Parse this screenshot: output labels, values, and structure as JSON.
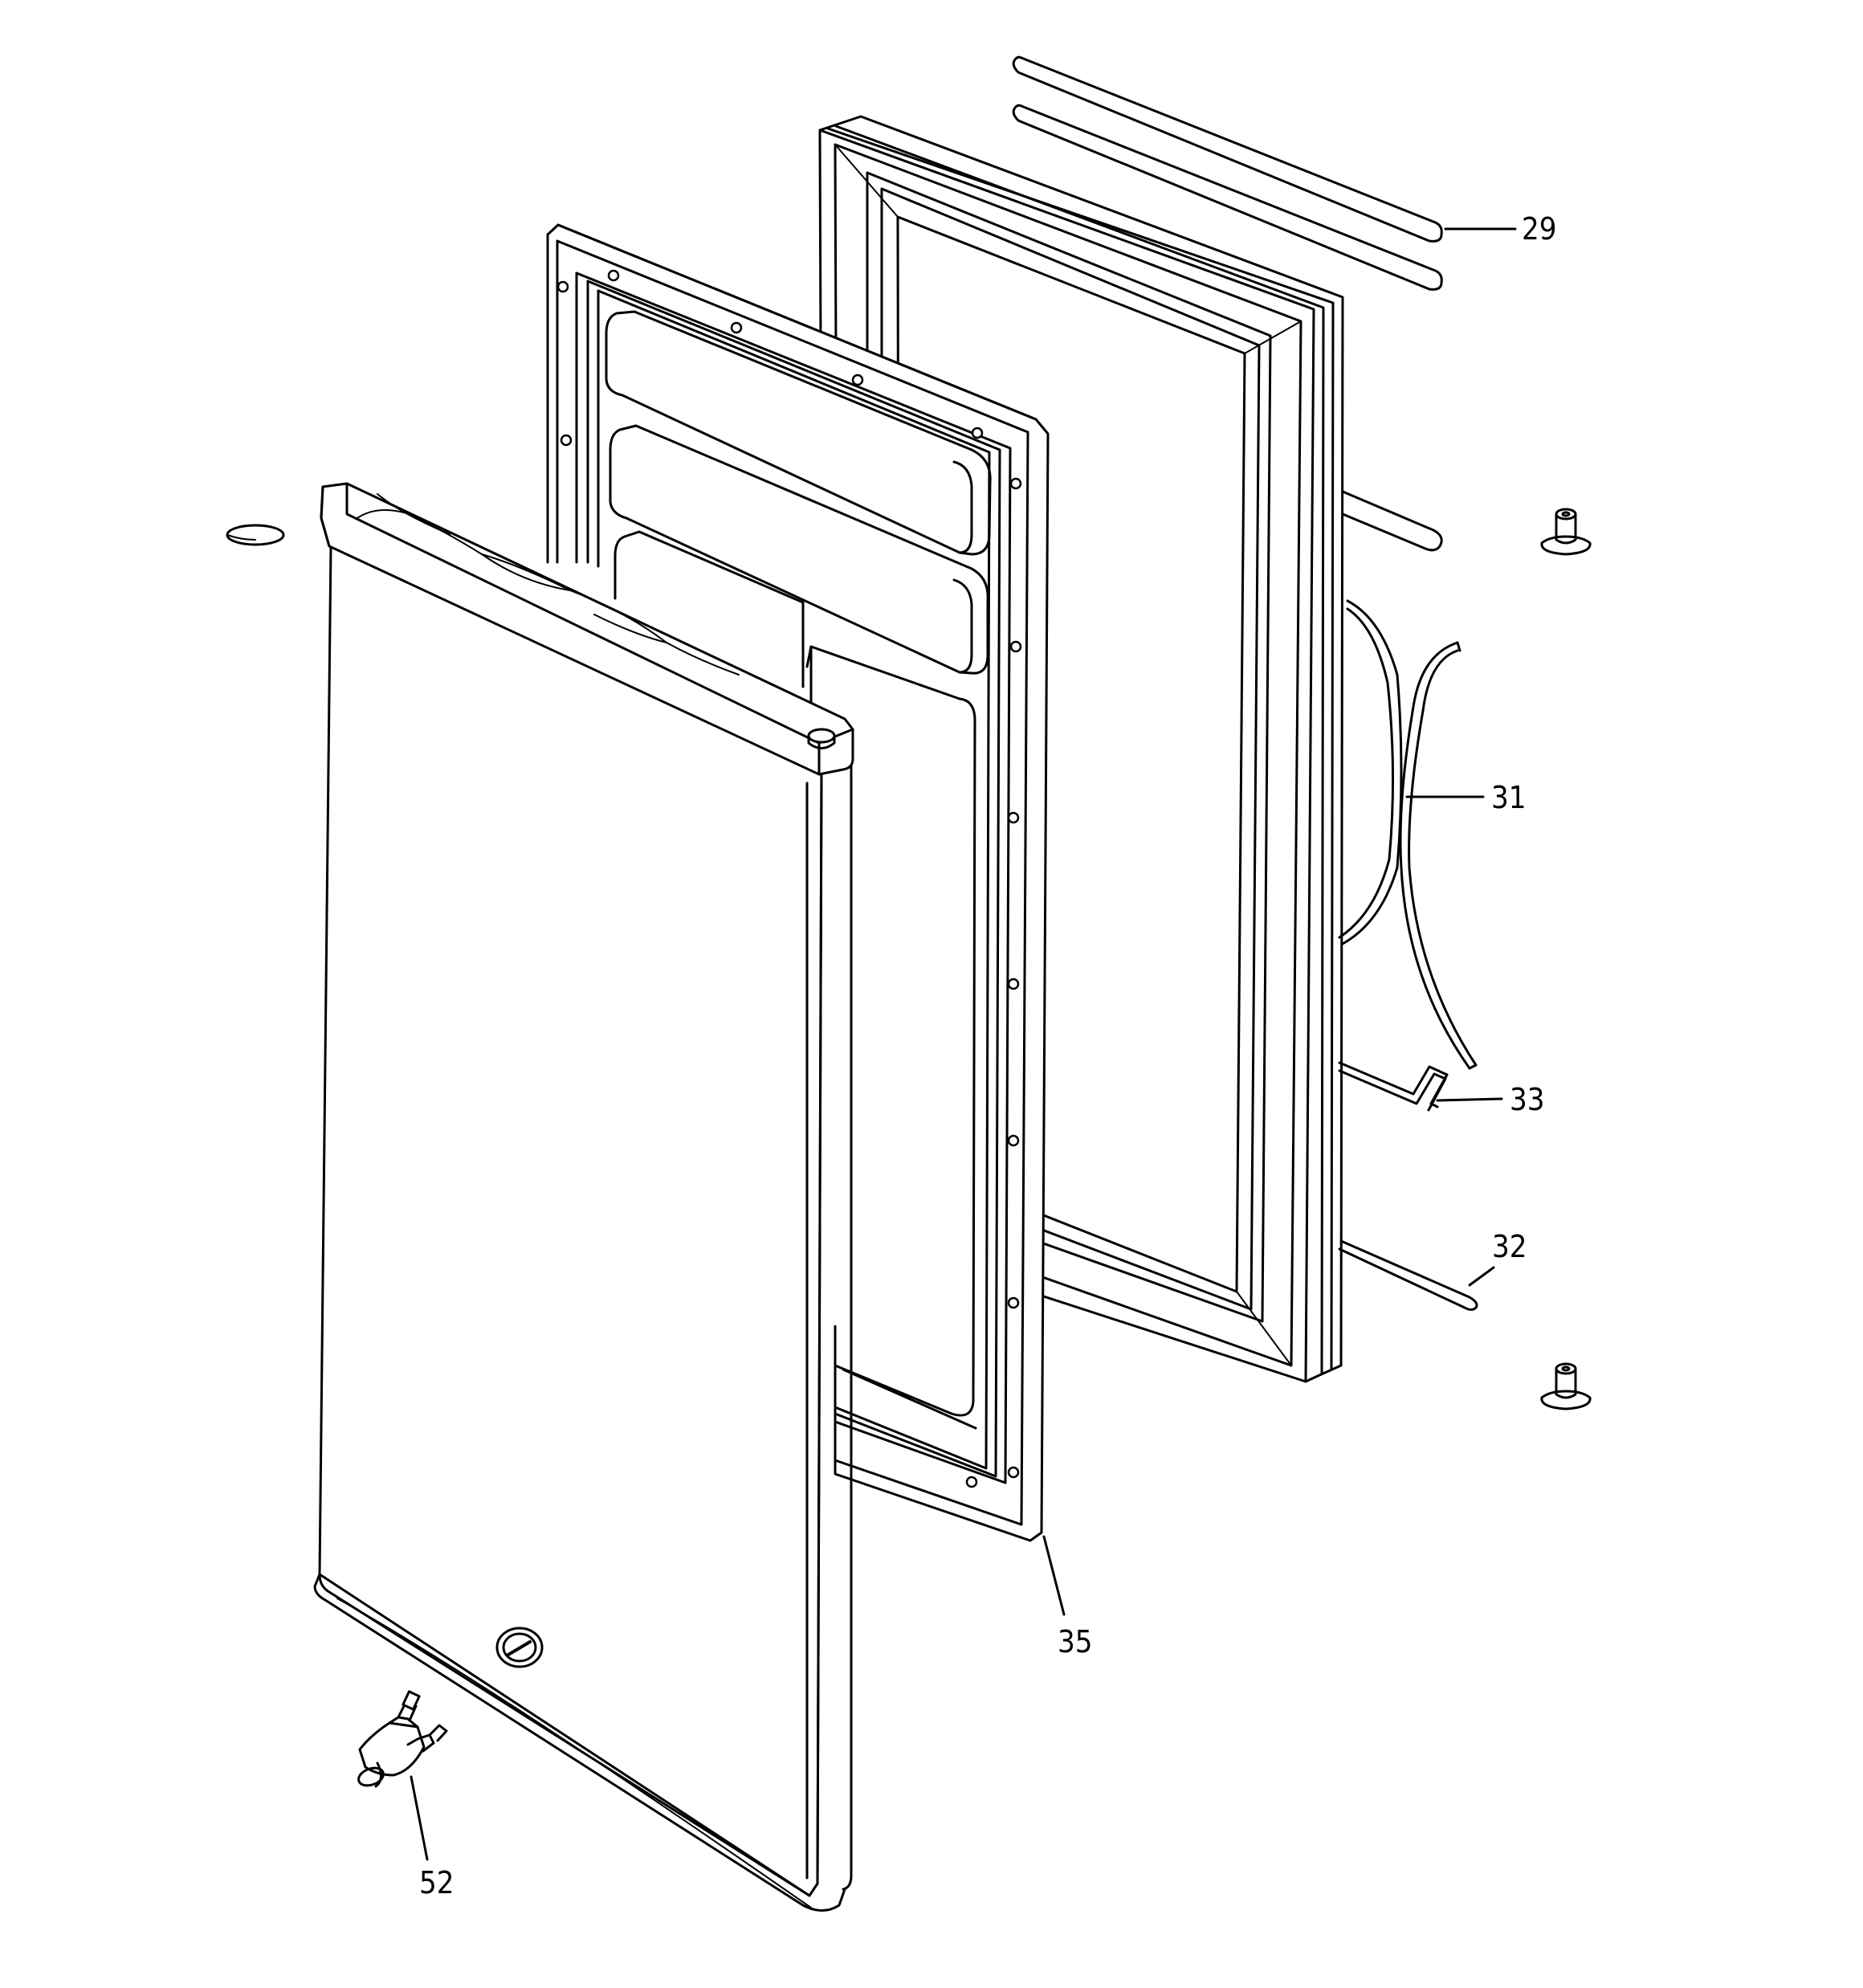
{
  "diagram": {
    "parts": [
      {
        "id": "29",
        "label": "29",
        "name": "door-trim-strip"
      },
      {
        "id": "31",
        "label": "31",
        "name": "door-gasket-wire"
      },
      {
        "id": "33",
        "label": "33",
        "name": "door-stop-wire"
      },
      {
        "id": "32",
        "label": "32",
        "name": "door-rod"
      },
      {
        "id": "35",
        "label": "35",
        "name": "inner-door-liner"
      },
      {
        "id": "52",
        "label": "52",
        "name": "lock-and-keys"
      }
    ]
  }
}
